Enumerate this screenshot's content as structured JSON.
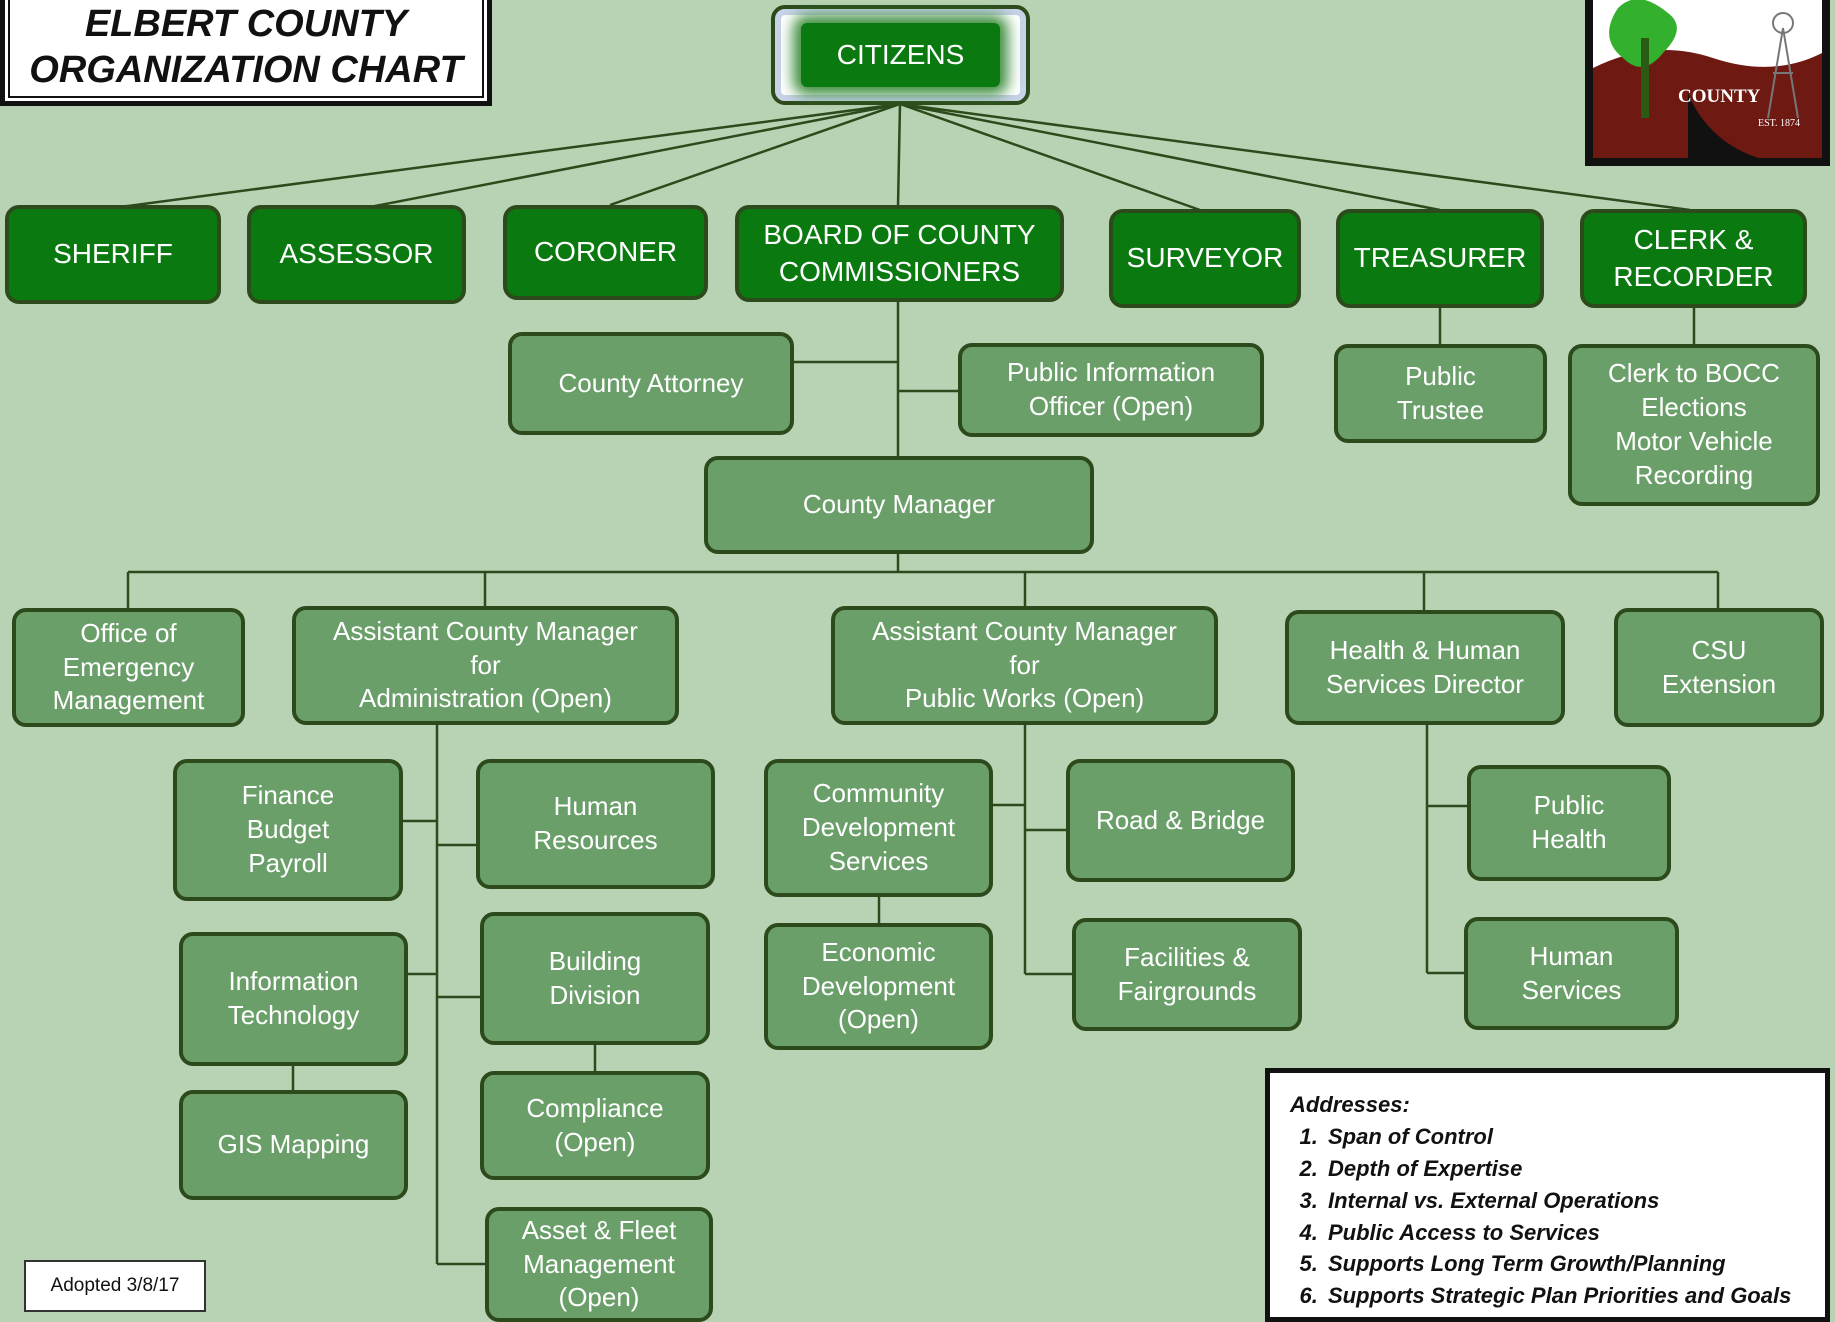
{
  "title": {
    "line1": "ELBERT COUNTY",
    "line2": "ORGANIZATION CHART"
  },
  "logo": {
    "text": "COUNTY",
    "est": "EST. 1874"
  },
  "citizens": "CITIZENS",
  "elected": {
    "sheriff": "SHERIFF",
    "assessor": "ASSESSOR",
    "coroner": "CORONER",
    "bocc": "BOARD OF COUNTY\nCOMMISSIONERS",
    "surveyor": "SURVEYOR",
    "treasurer": "TREASURER",
    "clerk": "CLERK &\nRECORDER"
  },
  "offices": {
    "county_attorney": "County Attorney",
    "pio": "Public Information\nOfficer (Open)",
    "public_trustee": "Public\nTrustee",
    "clerk_bocc": "Clerk to BOCC\nElections\nMotor Vehicle\nRecording",
    "county_manager": "County Manager",
    "oem": "Office of\nEmergency\nManagement",
    "acm_admin": "Assistant County Manager\nfor\nAdministration (Open)",
    "acm_pw": "Assistant County Manager\nfor\nPublic Works (Open)",
    "hhs_director": "Health & Human\nServices Director",
    "csu": "CSU\nExtension",
    "finance": "Finance\nBudget\nPayroll",
    "human_resources": "Human\nResources",
    "it": "Information\nTechnology",
    "building": "Building\nDivision",
    "gis": "GIS Mapping",
    "compliance": "Compliance\n(Open)",
    "asset_fleet": "Asset & Fleet\nManagement\n(Open)",
    "cds": "Community\nDevelopment\nServices",
    "econ_dev": "Economic\nDevelopment\n(Open)",
    "road_bridge": "Road & Bridge",
    "facilities": "Facilities &\nFairgrounds",
    "public_health": "Public\nHealth",
    "human_services": "Human\nServices"
  },
  "addresses": {
    "heading": "Addresses:",
    "items": [
      "Span of Control",
      "Depth of Expertise",
      "Internal vs. External Operations",
      "Public Access to Services",
      "Supports Long Term Growth/Planning",
      "Supports Strategic Plan Priorities and Goals"
    ]
  },
  "adopted": "Adopted 3/8/17",
  "colors": {
    "background": "#b8d3b4",
    "elected_fill": "#0a7a10",
    "dept_fill": "#6b9f6a",
    "border": "#2c4a1b"
  }
}
